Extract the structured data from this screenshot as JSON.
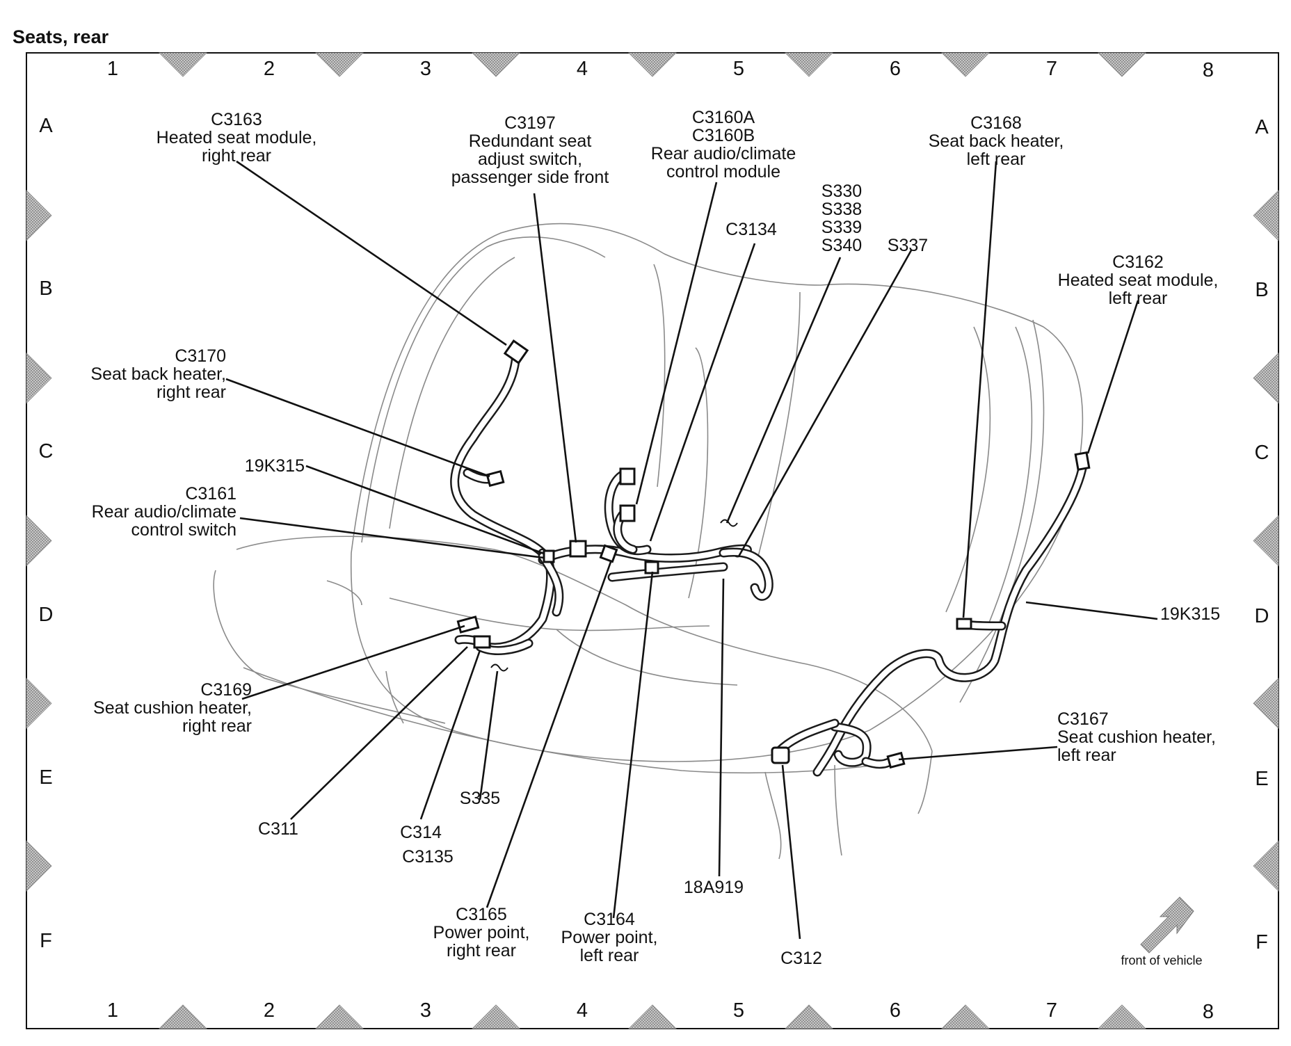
{
  "title": "Seats, rear",
  "grid": {
    "columns": [
      "1",
      "2",
      "3",
      "4",
      "5",
      "6",
      "7",
      "8"
    ],
    "rows": [
      "A",
      "B",
      "C",
      "D",
      "E",
      "F"
    ]
  },
  "labels": {
    "c3163": [
      "C3163",
      "Heated seat module,",
      "right rear"
    ],
    "c3197": [
      "C3197",
      "Redundant seat",
      "adjust switch,",
      "passenger side front"
    ],
    "c3160": [
      "C3160A",
      "C3160B",
      "Rear audio/climate",
      "control module"
    ],
    "c3168": [
      "C3168",
      "Seat back heater,",
      "left rear"
    ],
    "c3134": [
      "C3134"
    ],
    "s_group": [
      "S330",
      "S338",
      "S339",
      "S340"
    ],
    "s337": [
      "S337"
    ],
    "c3162": [
      "C3162",
      "Heated seat module,",
      "left rear"
    ],
    "c3170": [
      "C3170",
      "Seat back heater,",
      "right rear"
    ],
    "k315_left": [
      "19K315"
    ],
    "c3161": [
      "C3161",
      "Rear audio/climate",
      "control switch"
    ],
    "k315_right": [
      "19K315"
    ],
    "c3169": [
      "C3169",
      "Seat cushion heater,",
      "right rear"
    ],
    "c3167": [
      "C3167",
      "Seat cushion heater,",
      "left rear"
    ],
    "c311": [
      "C311"
    ],
    "c314": [
      "C314",
      "C3135"
    ],
    "s335": [
      "S335"
    ],
    "c3165": [
      "C3165",
      "Power point,",
      "right rear"
    ],
    "c3164": [
      "C3164",
      "Power point,",
      "left rear"
    ],
    "a919": [
      "18A919"
    ],
    "c312": [
      "C312"
    ]
  },
  "front_of_vehicle": "front of vehicle",
  "colors": {
    "line": "#111111",
    "seat_outline": "#8a8a8a",
    "marker": "#9a9a9a"
  }
}
